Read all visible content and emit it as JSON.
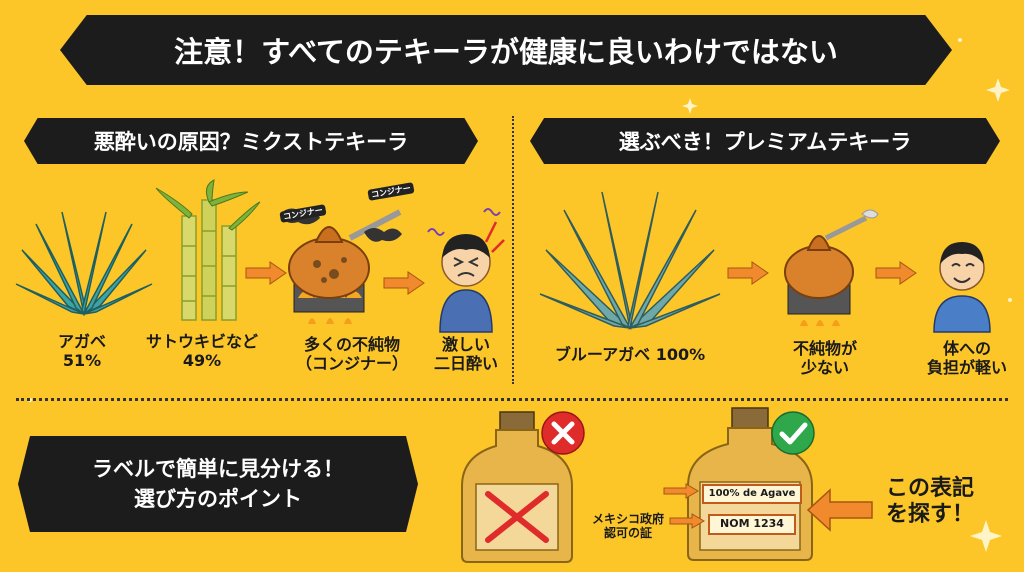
{
  "title": "注意！すべてのテキーラが健康に良いわけではない",
  "left_section": {
    "heading": "悪酔いの原因？ミクストテキーラ",
    "agave": {
      "name": "アガベ",
      "percent": "51%"
    },
    "sugarcane": {
      "name": "サトウキビなど",
      "percent": "49%"
    },
    "impurities": {
      "line1": "多くの不純物",
      "line2": "（コンジナー）"
    },
    "congener_tag": "コンジナー",
    "hangover": {
      "line1": "激しい",
      "line2": "二日酔い"
    }
  },
  "right_section": {
    "heading": "選ぶべき！プレミアムテキーラ",
    "agave_label": "ブルーアガベ 100%",
    "few_impurities": {
      "line1": "不純物が",
      "line2": "少ない"
    },
    "light_burden": {
      "line1": "体への",
      "line2": "負担が軽い"
    }
  },
  "bottom_section": {
    "tip": {
      "line1": "ラベルで簡単に見分ける！",
      "line2": "選び方のポイント"
    },
    "bottle_label_1": "100% de Agave",
    "bottle_label_2": "NOM 1234",
    "mexico_cert": {
      "line1": "メキシコ政府",
      "line2": "認可の証"
    },
    "search_text": {
      "line1": "この表記",
      "line2": "を探す！"
    }
  },
  "colors": {
    "background": "#fcc628",
    "banner": "#1c1c1c",
    "arrow": "#f08a2c",
    "bad": "#e02b2b",
    "good": "#2ea84a"
  }
}
